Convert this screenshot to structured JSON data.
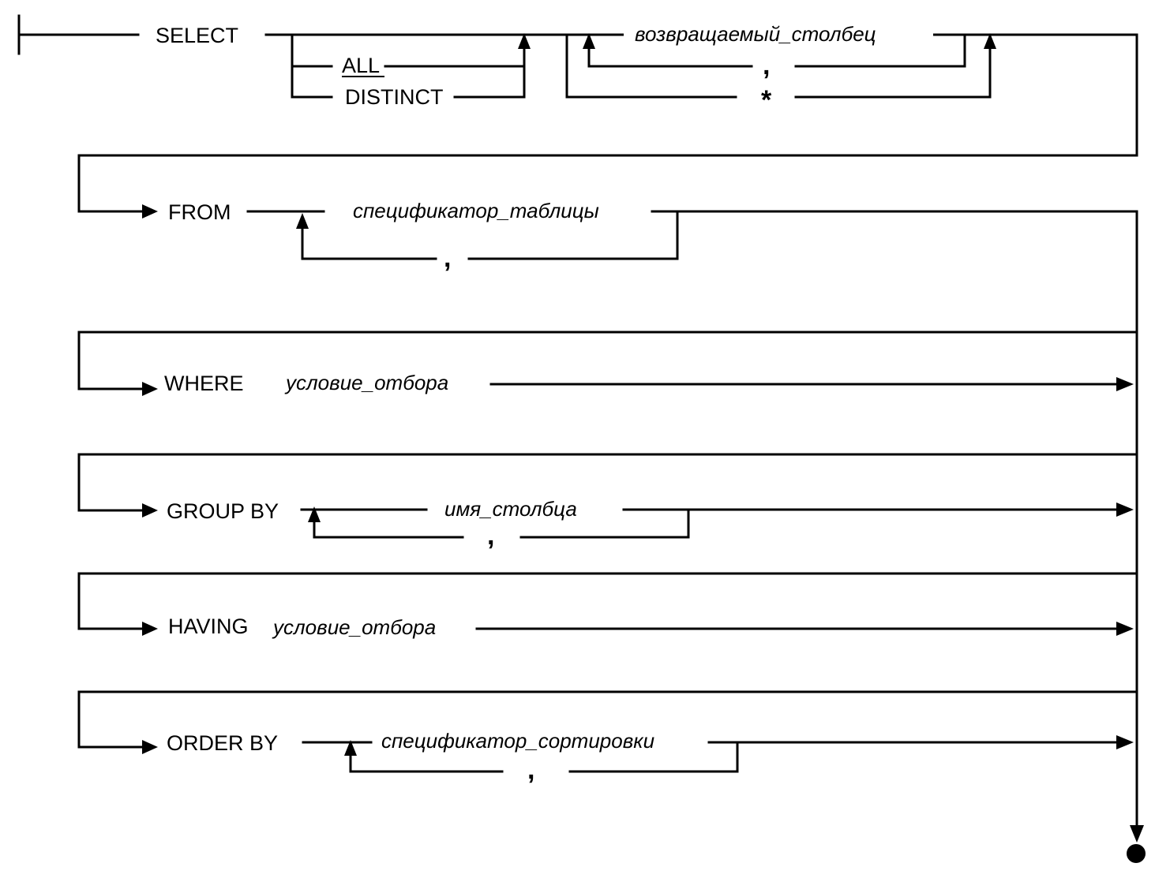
{
  "diagram": {
    "select_kw": "SELECT",
    "all_kw": "ALL",
    "distinct_kw": "DISTINCT",
    "select_item": "возвращаемый_столбец",
    "comma": ",",
    "star": "*",
    "from_kw": "FROM",
    "table_spec": "спецификатор_таблицы",
    "where_kw": "WHERE",
    "where_cond": "условие_отбора",
    "groupby_kw": "GROUP BY",
    "group_col": "имя_столбца",
    "having_kw": "HAVING",
    "having_cond": "условие_отбора",
    "orderby_kw": "ORDER BY",
    "sort_spec": "спецификатор_сортировки"
  }
}
